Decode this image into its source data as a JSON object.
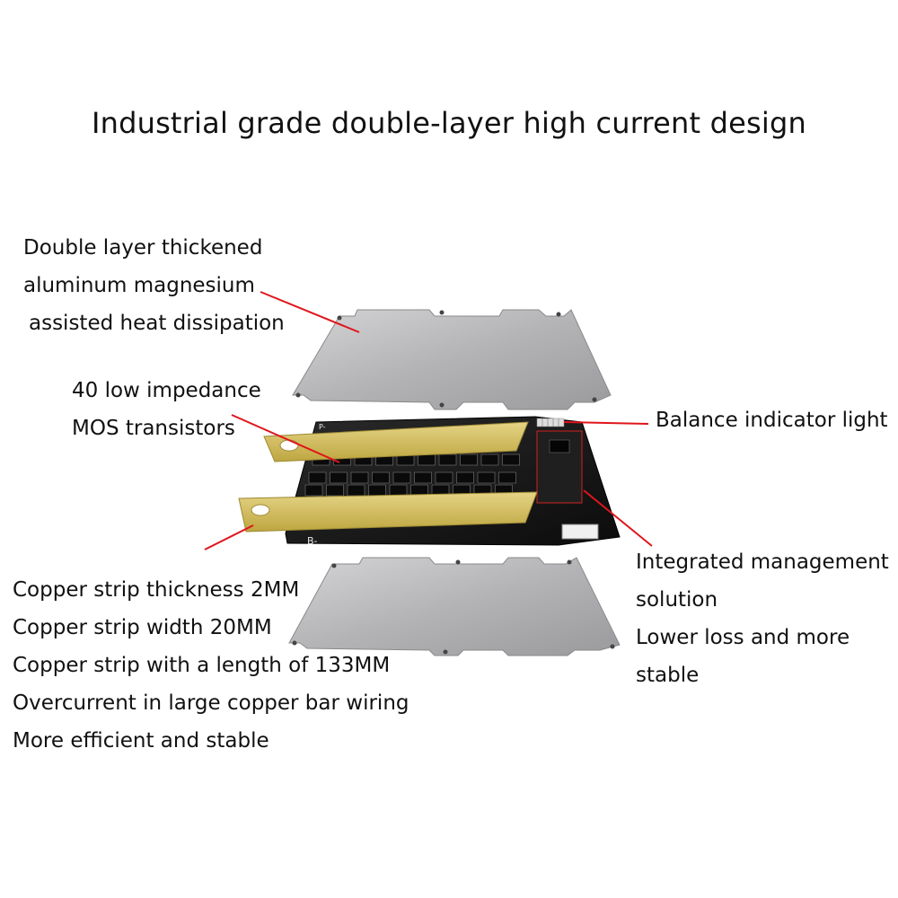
{
  "title": "Industrial grade double-layer high current design",
  "labels": {
    "heat_dissipation": [
      "Double layer thickened",
      "aluminum magnesium",
      "assisted heat dissipation"
    ],
    "mos": [
      "40 low impedance",
      "MOS transistors"
    ],
    "balance": "Balance indicator light",
    "copper": [
      "Copper strip thickness 2MM",
      "Copper strip width 20MM",
      "Copper strip with a length of 133MM",
      "Overcurrent in large copper bar wiring",
      "More efficient and stable"
    ],
    "management": [
      "Integrated management",
      "solution",
      "Lower loss and more",
      "stable"
    ]
  },
  "board_marks": {
    "b_minus": "B-",
    "p_minus": "P-"
  },
  "colors": {
    "leader_line": "#e0151b",
    "plate": "#b9b9bb",
    "pcb": "#1a1a1a",
    "copper_strip": "#d7c266"
  }
}
